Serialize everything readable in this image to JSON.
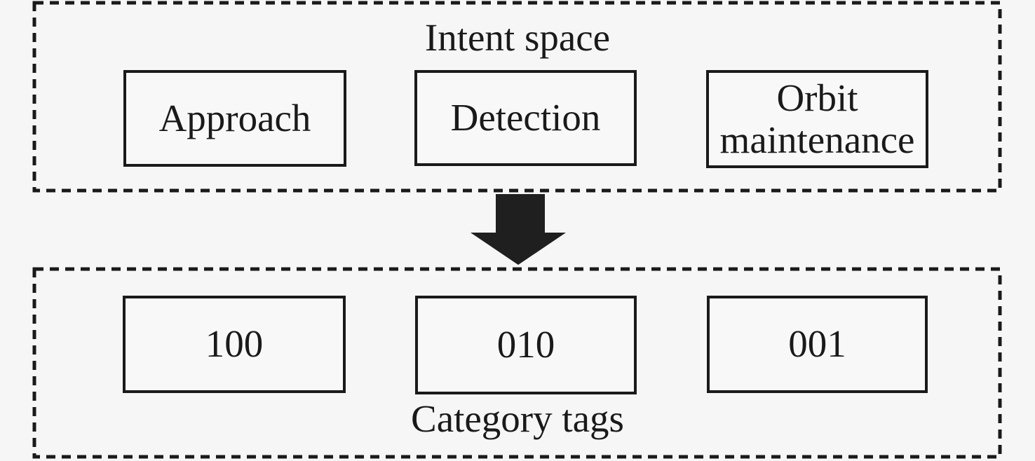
{
  "figure": {
    "background": "#f6f6f6",
    "ink_color": "#1a1a1a"
  },
  "intent_space": {
    "title": "Intent space",
    "boxes": [
      {
        "label": "Approach"
      },
      {
        "label": "Detection"
      },
      {
        "label": "Orbit maintenance"
      }
    ]
  },
  "category_tags": {
    "title": "Category tags",
    "boxes": [
      {
        "label": "100"
      },
      {
        "label": "010"
      },
      {
        "label": "001"
      }
    ]
  }
}
